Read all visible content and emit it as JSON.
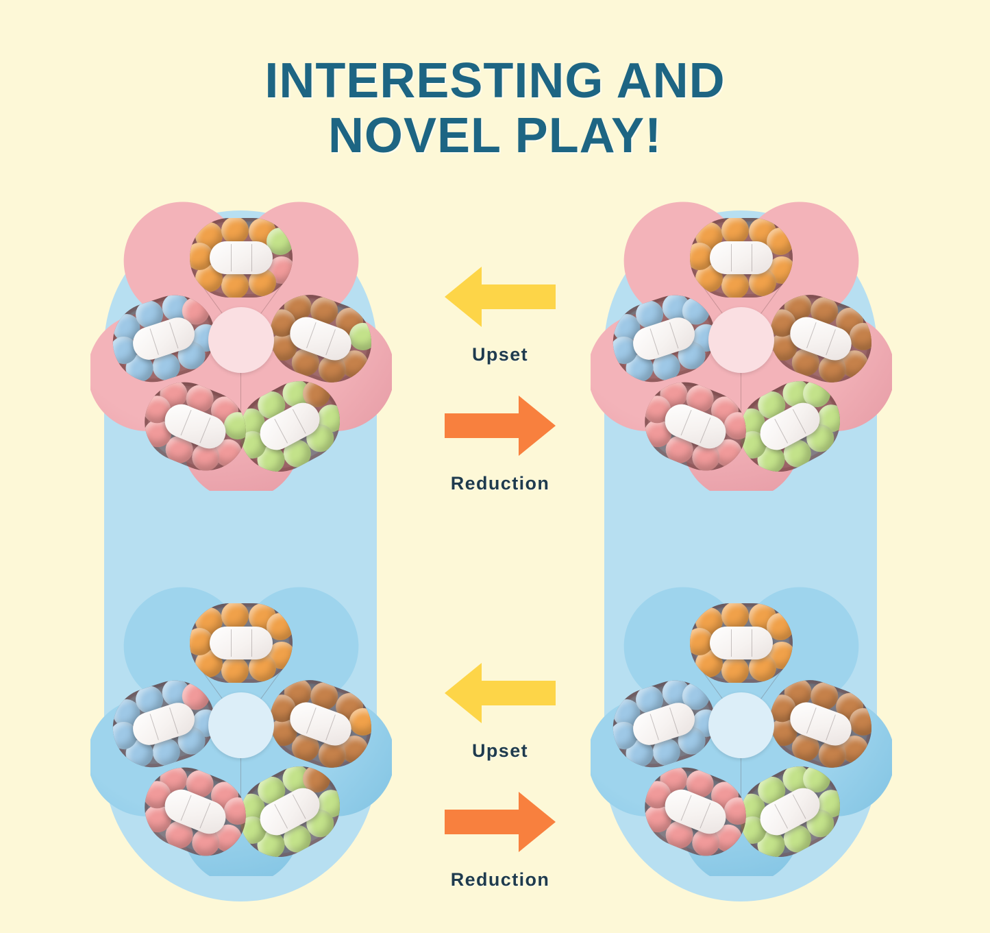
{
  "background_color": "#fdf8d7",
  "title": {
    "line1": "INTERESTING AND",
    "line2": "NOVEL PLAY!",
    "color": "#1d6583"
  },
  "panels": {
    "color": "#b7dff1",
    "left_label": "backdrop-panel-left",
    "right_label": "backdrop-panel-right"
  },
  "arrow_groups": [
    {
      "id": "group-top",
      "upset": {
        "label": "Upset",
        "direction": "left",
        "color": "#fdd548"
      },
      "reduction": {
        "label": "Reduction",
        "direction": "right",
        "color": "#f8803e"
      }
    },
    {
      "id": "group-bottom",
      "upset": {
        "label": "Upset",
        "direction": "left",
        "color": "#fdd548"
      },
      "reduction": {
        "label": "Reduction",
        "direction": "right",
        "color": "#f8803e"
      }
    }
  ],
  "bead_colors": {
    "orange": "#f0a14a",
    "blue": "#9ec8e6",
    "brown": "#c5814a",
    "pink": "#f09a9a",
    "green": "#c3e28a"
  },
  "toys": [
    {
      "id": "toy-pink-scrambled",
      "position": "top-left",
      "state": "scrambled",
      "body_color": "#f3b3b9",
      "body_color_dark": "#e59aa4",
      "hub_color": "#fadfe2",
      "pods": [
        {
          "name": "pod-top",
          "main": "orange",
          "odd": [
            "green",
            "pink"
          ]
        },
        {
          "name": "pod-right",
          "main": "brown",
          "odd": [
            "green"
          ]
        },
        {
          "name": "pod-bottom-right",
          "main": "green",
          "odd": [
            "brown"
          ]
        },
        {
          "name": "pod-bottom-left",
          "main": "pink",
          "odd": [
            "green"
          ]
        },
        {
          "name": "pod-left",
          "main": "blue",
          "odd": [
            "pink"
          ]
        }
      ]
    },
    {
      "id": "toy-pink-solved",
      "position": "top-right",
      "state": "solved",
      "body_color": "#f3b3b9",
      "body_color_dark": "#e59aa4",
      "hub_color": "#fadfe2",
      "pods": [
        {
          "name": "pod-top",
          "main": "orange",
          "odd": []
        },
        {
          "name": "pod-right",
          "main": "brown",
          "odd": []
        },
        {
          "name": "pod-bottom-right",
          "main": "green",
          "odd": []
        },
        {
          "name": "pod-bottom-left",
          "main": "pink",
          "odd": []
        },
        {
          "name": "pod-left",
          "main": "blue",
          "odd": []
        }
      ]
    },
    {
      "id": "toy-blue-scrambled",
      "position": "bottom-left",
      "state": "scrambled",
      "body_color": "#9ed4ed",
      "body_color_dark": "#7fc2e2",
      "hub_color": "#dceef8",
      "pods": [
        {
          "name": "pod-top",
          "main": "orange",
          "odd": []
        },
        {
          "name": "pod-right",
          "main": "brown",
          "odd": [
            "orange"
          ]
        },
        {
          "name": "pod-bottom-right",
          "main": "green",
          "odd": [
            "brown"
          ]
        },
        {
          "name": "pod-bottom-left",
          "main": "pink",
          "odd": []
        },
        {
          "name": "pod-left",
          "main": "blue",
          "odd": [
            "pink"
          ]
        }
      ]
    },
    {
      "id": "toy-blue-solved",
      "position": "bottom-right",
      "state": "solved",
      "body_color": "#9ed4ed",
      "body_color_dark": "#7fc2e2",
      "hub_color": "#dceef8",
      "pods": [
        {
          "name": "pod-top",
          "main": "orange",
          "odd": []
        },
        {
          "name": "pod-right",
          "main": "brown",
          "odd": []
        },
        {
          "name": "pod-bottom-right",
          "main": "green",
          "odd": []
        },
        {
          "name": "pod-bottom-left",
          "main": "pink",
          "odd": []
        },
        {
          "name": "pod-left",
          "main": "blue",
          "odd": []
        }
      ]
    }
  ]
}
